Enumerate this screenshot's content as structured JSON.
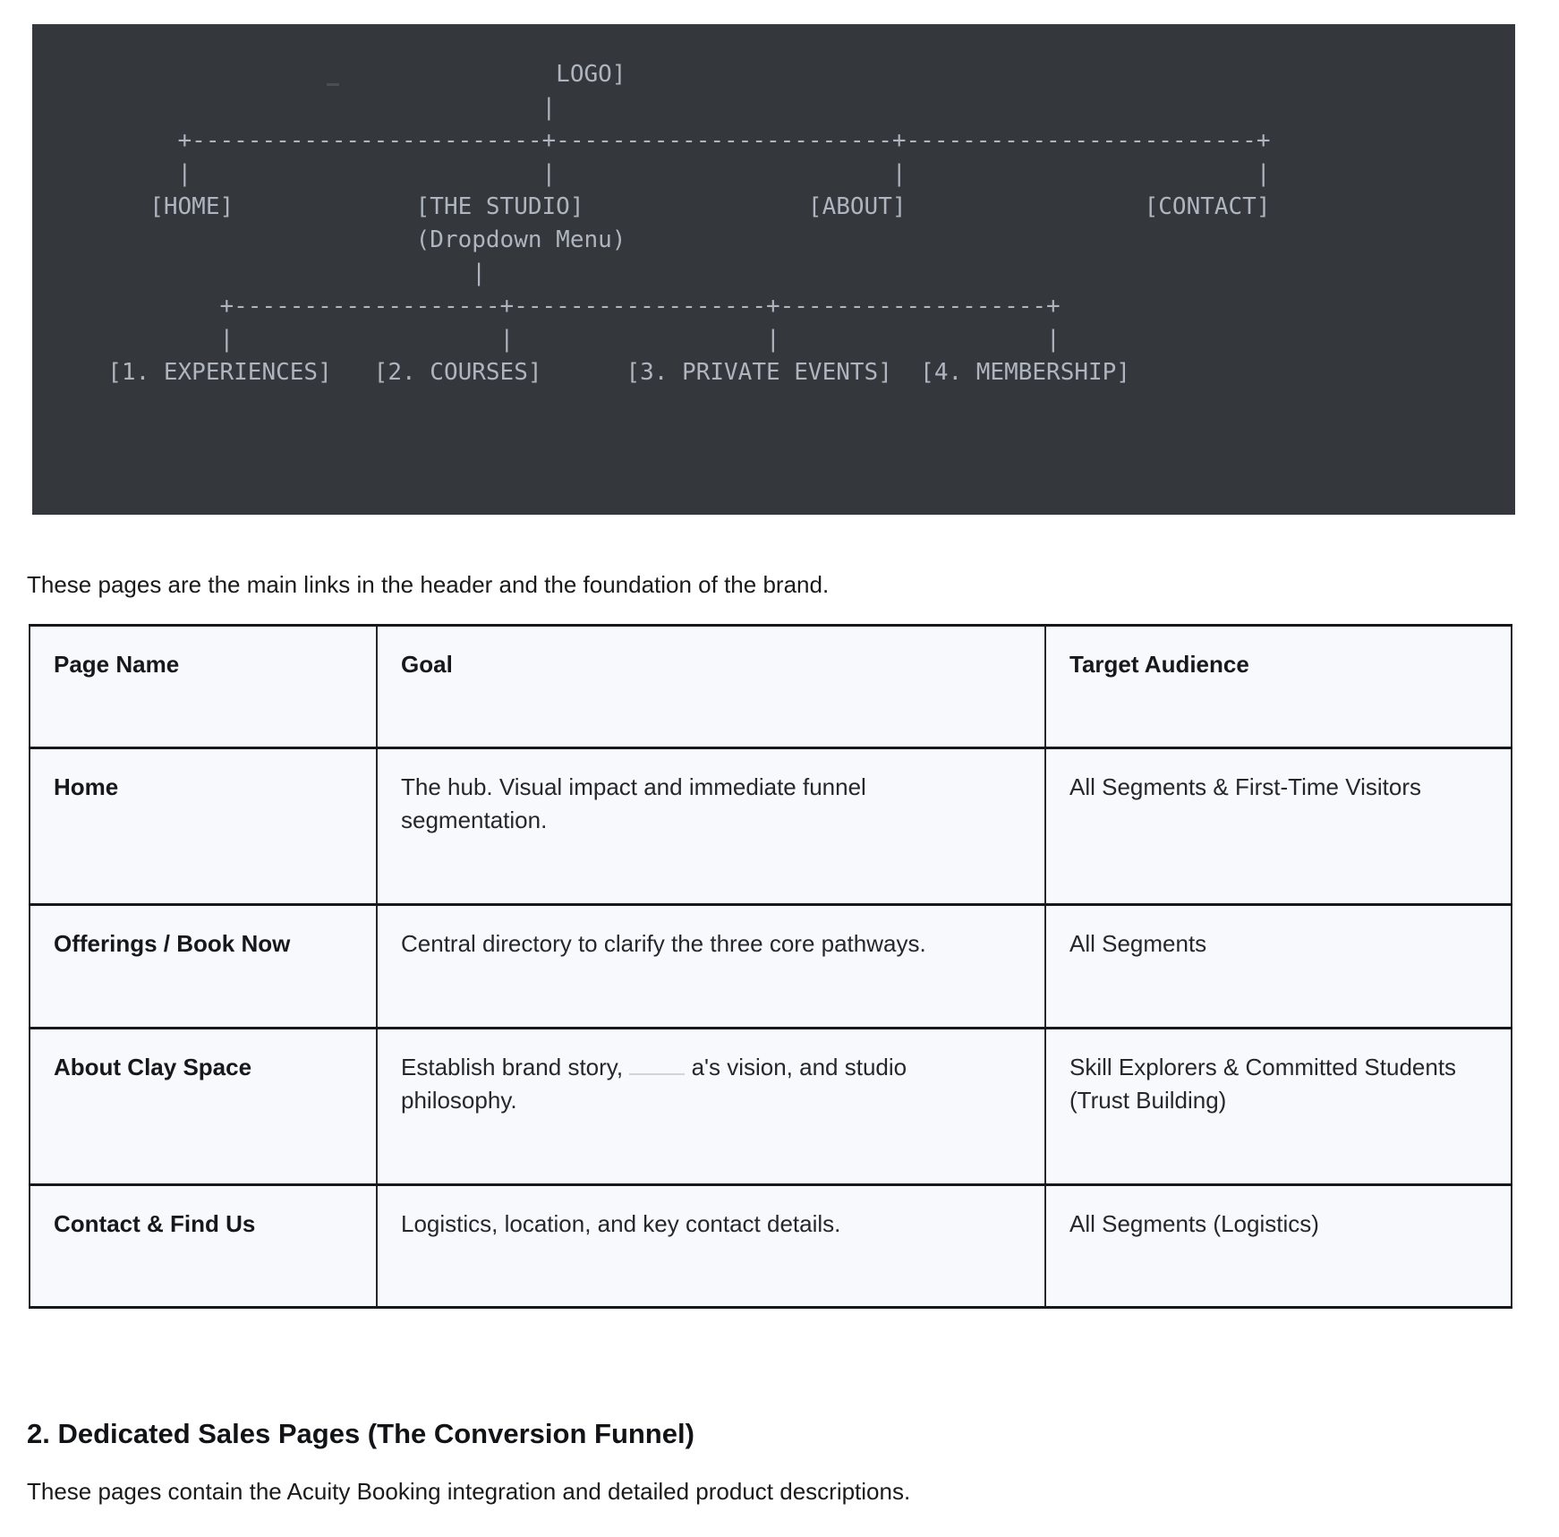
{
  "diagram": {
    "ascii_lines": [
      "                                     LOGO]",
      "                                    |",
      "          +-------------------------+------------------------+-------------------------+",
      "          |                         |                        |                         |",
      "        [HOME]             [THE STUDIO]                [ABOUT]                 [CONTACT]",
      "                           (Dropdown Menu)",
      "                               |",
      "             +-------------------+------------------+-------------------+",
      "             |                   |                  |                   |",
      "     [1. EXPERIENCES]   [2. COURSES]      [3. PRIVATE EVENTS]  [4. MEMBERSHIP]"
    ],
    "nav_items": [
      "HOME",
      "THE STUDIO",
      "ABOUT",
      "CONTACT"
    ],
    "dropdown_label": "(Dropdown Menu)",
    "dropdown_items": [
      "1. EXPERIENCES",
      "2. COURSES",
      "3. PRIVATE EVENTS",
      "4. MEMBERSHIP"
    ],
    "logo_label": "LOGO]"
  },
  "intro": {
    "text": "These pages are the main links in the header and the foundation of the brand."
  },
  "table": {
    "headers": [
      "Page Name",
      "Goal",
      "Target Audience"
    ],
    "rows": [
      {
        "page": "Home",
        "goal": [
          "The hub. Visual impact and immediate funnel segmentation."
        ],
        "audience": "All Segments & First-Time Visitors"
      },
      {
        "page": "Offerings / Book Now",
        "goal": [
          "Central directory to clarify the three core pathways."
        ],
        "audience": "All Segments"
      },
      {
        "page": "About Clay Space",
        "goal": [
          "Establish brand story,",
          "a's vision, and studio philosophy."
        ],
        "audience": "Skill Explorers & Committed Students (Trust Building)"
      },
      {
        "page": "Contact & Find Us",
        "goal": [
          "Logistics, location, and key contact details."
        ],
        "audience": "All Segments (Logistics)"
      }
    ]
  },
  "section2": {
    "heading": "2. Dedicated Sales Pages (The Conversion Funnel)",
    "text": "These pages contain the Acuity Booking integration and detailed product descriptions."
  },
  "colors": {
    "dark_block_background": "#34373b",
    "ascii_text": "#afb5bf",
    "table_background": "#f8f9fd",
    "table_border": "#17181c",
    "body_text": "#1a1a1a"
  }
}
